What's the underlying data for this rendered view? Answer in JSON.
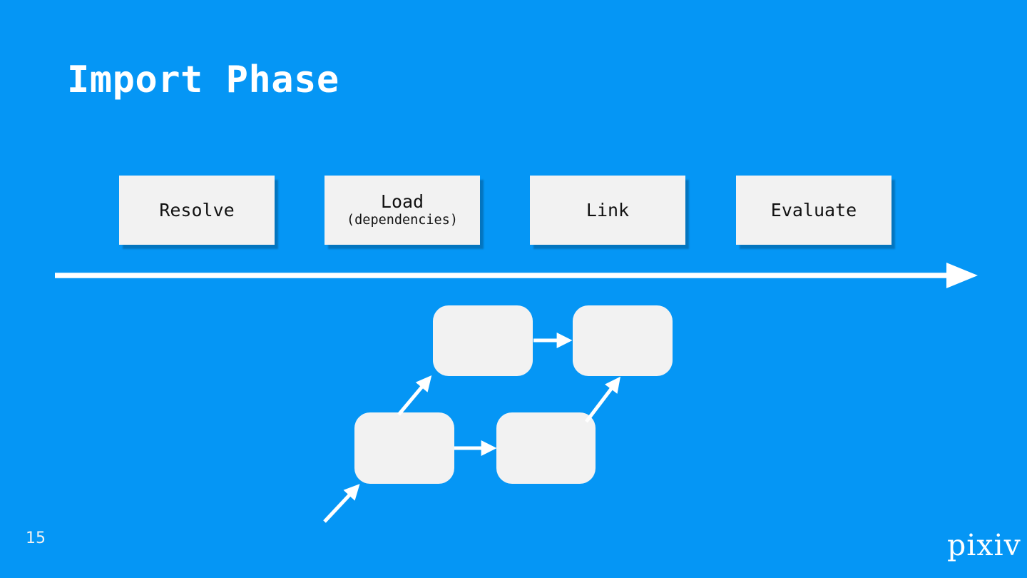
{
  "slide": {
    "title": "Import Phase",
    "page_number": "15",
    "brand_logo": "pixiv",
    "background_color": "#0596f5"
  },
  "phases": [
    {
      "label": "Resolve",
      "sublabel": ""
    },
    {
      "label": "Load",
      "sublabel": "(dependencies)"
    },
    {
      "label": "Link",
      "sublabel": ""
    },
    {
      "label": "Evaluate",
      "sublabel": ""
    }
  ],
  "timeline": {
    "direction": "left-to-right",
    "color": "#ffffff"
  },
  "diagram": {
    "name": "module-dependency-graph",
    "node_count": 4,
    "arrow_count": 5,
    "node_color": "#f2f2f2",
    "arrow_color": "#ffffff"
  }
}
